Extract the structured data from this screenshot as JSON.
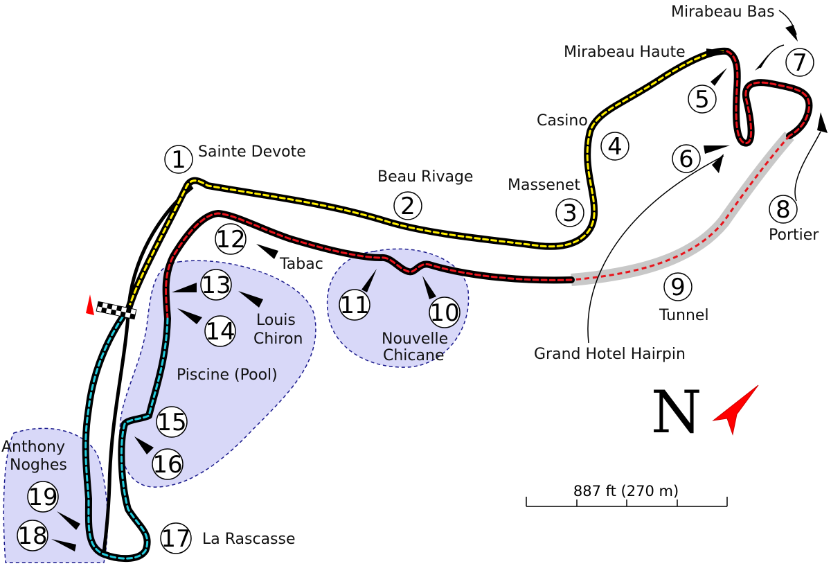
{
  "corners": [
    {
      "number": "1",
      "name": "Sainte Devote"
    },
    {
      "number": "2",
      "name": "Beau Rivage"
    },
    {
      "number": "3",
      "name": "Massenet"
    },
    {
      "number": "4",
      "name": "Casino"
    },
    {
      "number": "5",
      "name": "Mirabeau Haute"
    },
    {
      "number": "6",
      "name": "Grand Hotel Hairpin"
    },
    {
      "number": "7",
      "name": "Mirabeau Bas"
    },
    {
      "number": "8",
      "name": "Portier"
    },
    {
      "number": "9",
      "name": "Tunnel"
    },
    {
      "number": "10",
      "name": "Nouvelle Chicane"
    },
    {
      "number": "11",
      "name": ""
    },
    {
      "number": "12",
      "name": "Tabac"
    },
    {
      "number": "13",
      "name": "Louis Chiron"
    },
    {
      "number": "14",
      "name": ""
    },
    {
      "number": "15",
      "name": "Piscine (Pool)"
    },
    {
      "number": "16",
      "name": ""
    },
    {
      "number": "17",
      "name": "La Rascasse"
    },
    {
      "number": "18",
      "name": "Anthony Noghes"
    },
    {
      "number": "19",
      "name": ""
    }
  ],
  "labels": {
    "sainte_devote": "Sainte Devote",
    "beau_rivage": "Beau Rivage",
    "massenet": "Massenet",
    "casino": "Casino",
    "mirabeau_haute": "Mirabeau Haute",
    "mirabeau_bas": "Mirabeau Bas",
    "portier": "Portier",
    "tunnel": "Tunnel",
    "grand_hotel_hairpin": "Grand Hotel Hairpin",
    "tabac": "Tabac",
    "louis_chiron_line1": "Louis",
    "louis_chiron_line2": "Chiron",
    "nouvelle_chicane_line1": "Nouvelle",
    "nouvelle_chicane_line2": "Chicane",
    "piscine": "Piscine (Pool)",
    "la_rascasse": "La Rascasse",
    "anthony_noghes_line1": "Anthony",
    "anthony_noghes_line2": "Noghes"
  },
  "compass": {
    "letter": "N",
    "arrow_color": "#ff0000"
  },
  "scale_bar": {
    "label": "887 ft (270 m)"
  },
  "sector_colors": {
    "sector1": "#ffee00",
    "sector2": "#e8141c",
    "sector3": "#22ccdd",
    "tunnel": "#c8c8c8",
    "zone_fill": "#d8d8f8",
    "zone_border": "#1a1a8c"
  }
}
